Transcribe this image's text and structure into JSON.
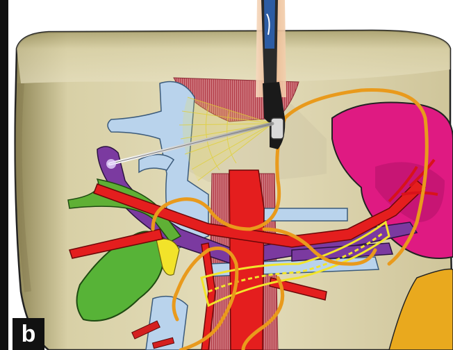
{
  "figure": {
    "panel_label": "b"
  },
  "colors": {
    "liver": "#d9d2a8",
    "liver_shadow": "#a89f6c",
    "spleen": "#e0147f",
    "gallbladder": "#55b33a",
    "portal_vein": "#7b3aa0",
    "artery": "#e01e1e",
    "bile_duct": "#6bb33a",
    "pancreatic_duct": "#f7e829",
    "ivc_vein": "#b8d2ea",
    "lymphatic": "#e99a1c",
    "crus_muscle": "#c75060",
    "stomach_echoendoscope_sheath": "#f2c9a8",
    "scope": "#222222",
    "ultrasound_fan": "#e8e060"
  },
  "structures": [
    "liver",
    "spleen",
    "gallbladder",
    "portal-vein",
    "splenic-artery",
    "aorta",
    "ivc",
    "diaphragmatic-crus",
    "pancreatic-duct",
    "echoendoscope",
    "fna-needle",
    "ultrasound-fan",
    "stomach-wall"
  ]
}
